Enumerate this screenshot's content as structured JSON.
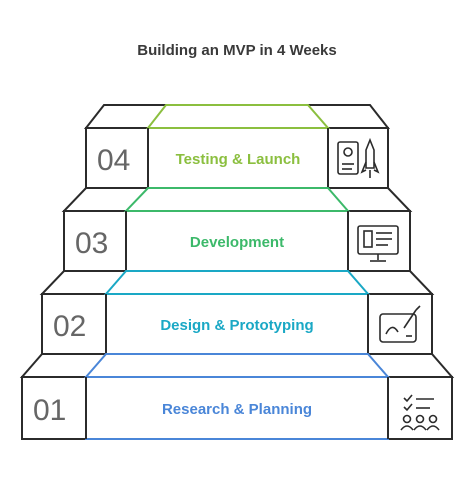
{
  "title": "Building an MVP in 4 Weeks",
  "colors": {
    "step_04": "#8bbf3f",
    "step_03": "#3cb96a",
    "step_02": "#1aa8c5",
    "step_01": "#4a86d8",
    "outline": "#2b2b2b",
    "number": "#666666"
  },
  "steps": [
    {
      "number": "04",
      "label": "Testing & Launch",
      "icon": "launch-checklist-icon"
    },
    {
      "number": "03",
      "label": "Development",
      "icon": "monitor-code-icon"
    },
    {
      "number": "02",
      "label": "Design & Prototyping",
      "icon": "design-tablet-icon"
    },
    {
      "number": "01",
      "label": "Research & Planning",
      "icon": "team-checklist-icon"
    }
  ]
}
